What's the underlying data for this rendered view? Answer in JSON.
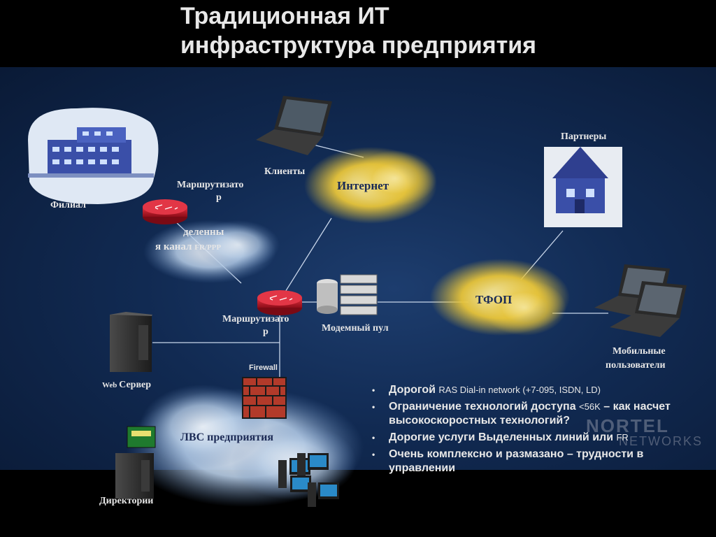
{
  "title": {
    "line1": "Традиционная ИТ",
    "line2": "инфраструктура предприятия"
  },
  "nodes": {
    "branch": "Филиал",
    "router_top_l1": "Маршрутизато",
    "router_top_l2": "р",
    "leased_l1": "деленны",
    "leased_l2a": "я канал ",
    "leased_l2b": "FR/PPP",
    "clients": "Клиенты",
    "internet": "Интернет",
    "partners": "Партнеры",
    "pstn": "ТФОП",
    "router_mid_l1": "Маршрутизато",
    "router_mid_l2": "р",
    "modem_pool": "Модемный пул",
    "mobile_l1": "Мобильные",
    "mobile_l2": "пользователи",
    "firewall": "Firewall",
    "web_server_a": "Web ",
    "web_server_b": "Сервер",
    "lan": "ЛВС предприятия",
    "directories": "Директории"
  },
  "bullets": [
    {
      "bold": "Дорогой ",
      "small": "RAS Dial-in network (+7-095, ISDN, LD)",
      "rest": ""
    },
    {
      "bold": "Ограничение технологий доступа ",
      "small": "<56K",
      "rest": " – как насчет высокоскоростных технологий?"
    },
    {
      "bold": "Дорогие услуги Выделенных линий или ",
      "small": "FR",
      "rest": ""
    },
    {
      "bold": "Очень комплексно и размазано – трудности в управлении",
      "small": "",
      "rest": ""
    }
  ],
  "watermark": {
    "line1": "NORTEL",
    "line2": "NETWORKS"
  },
  "colors": {
    "accent_cloud": "#f2d24a",
    "background": "#112a52",
    "router": "#c8162a",
    "firewall": "#c0392b"
  }
}
